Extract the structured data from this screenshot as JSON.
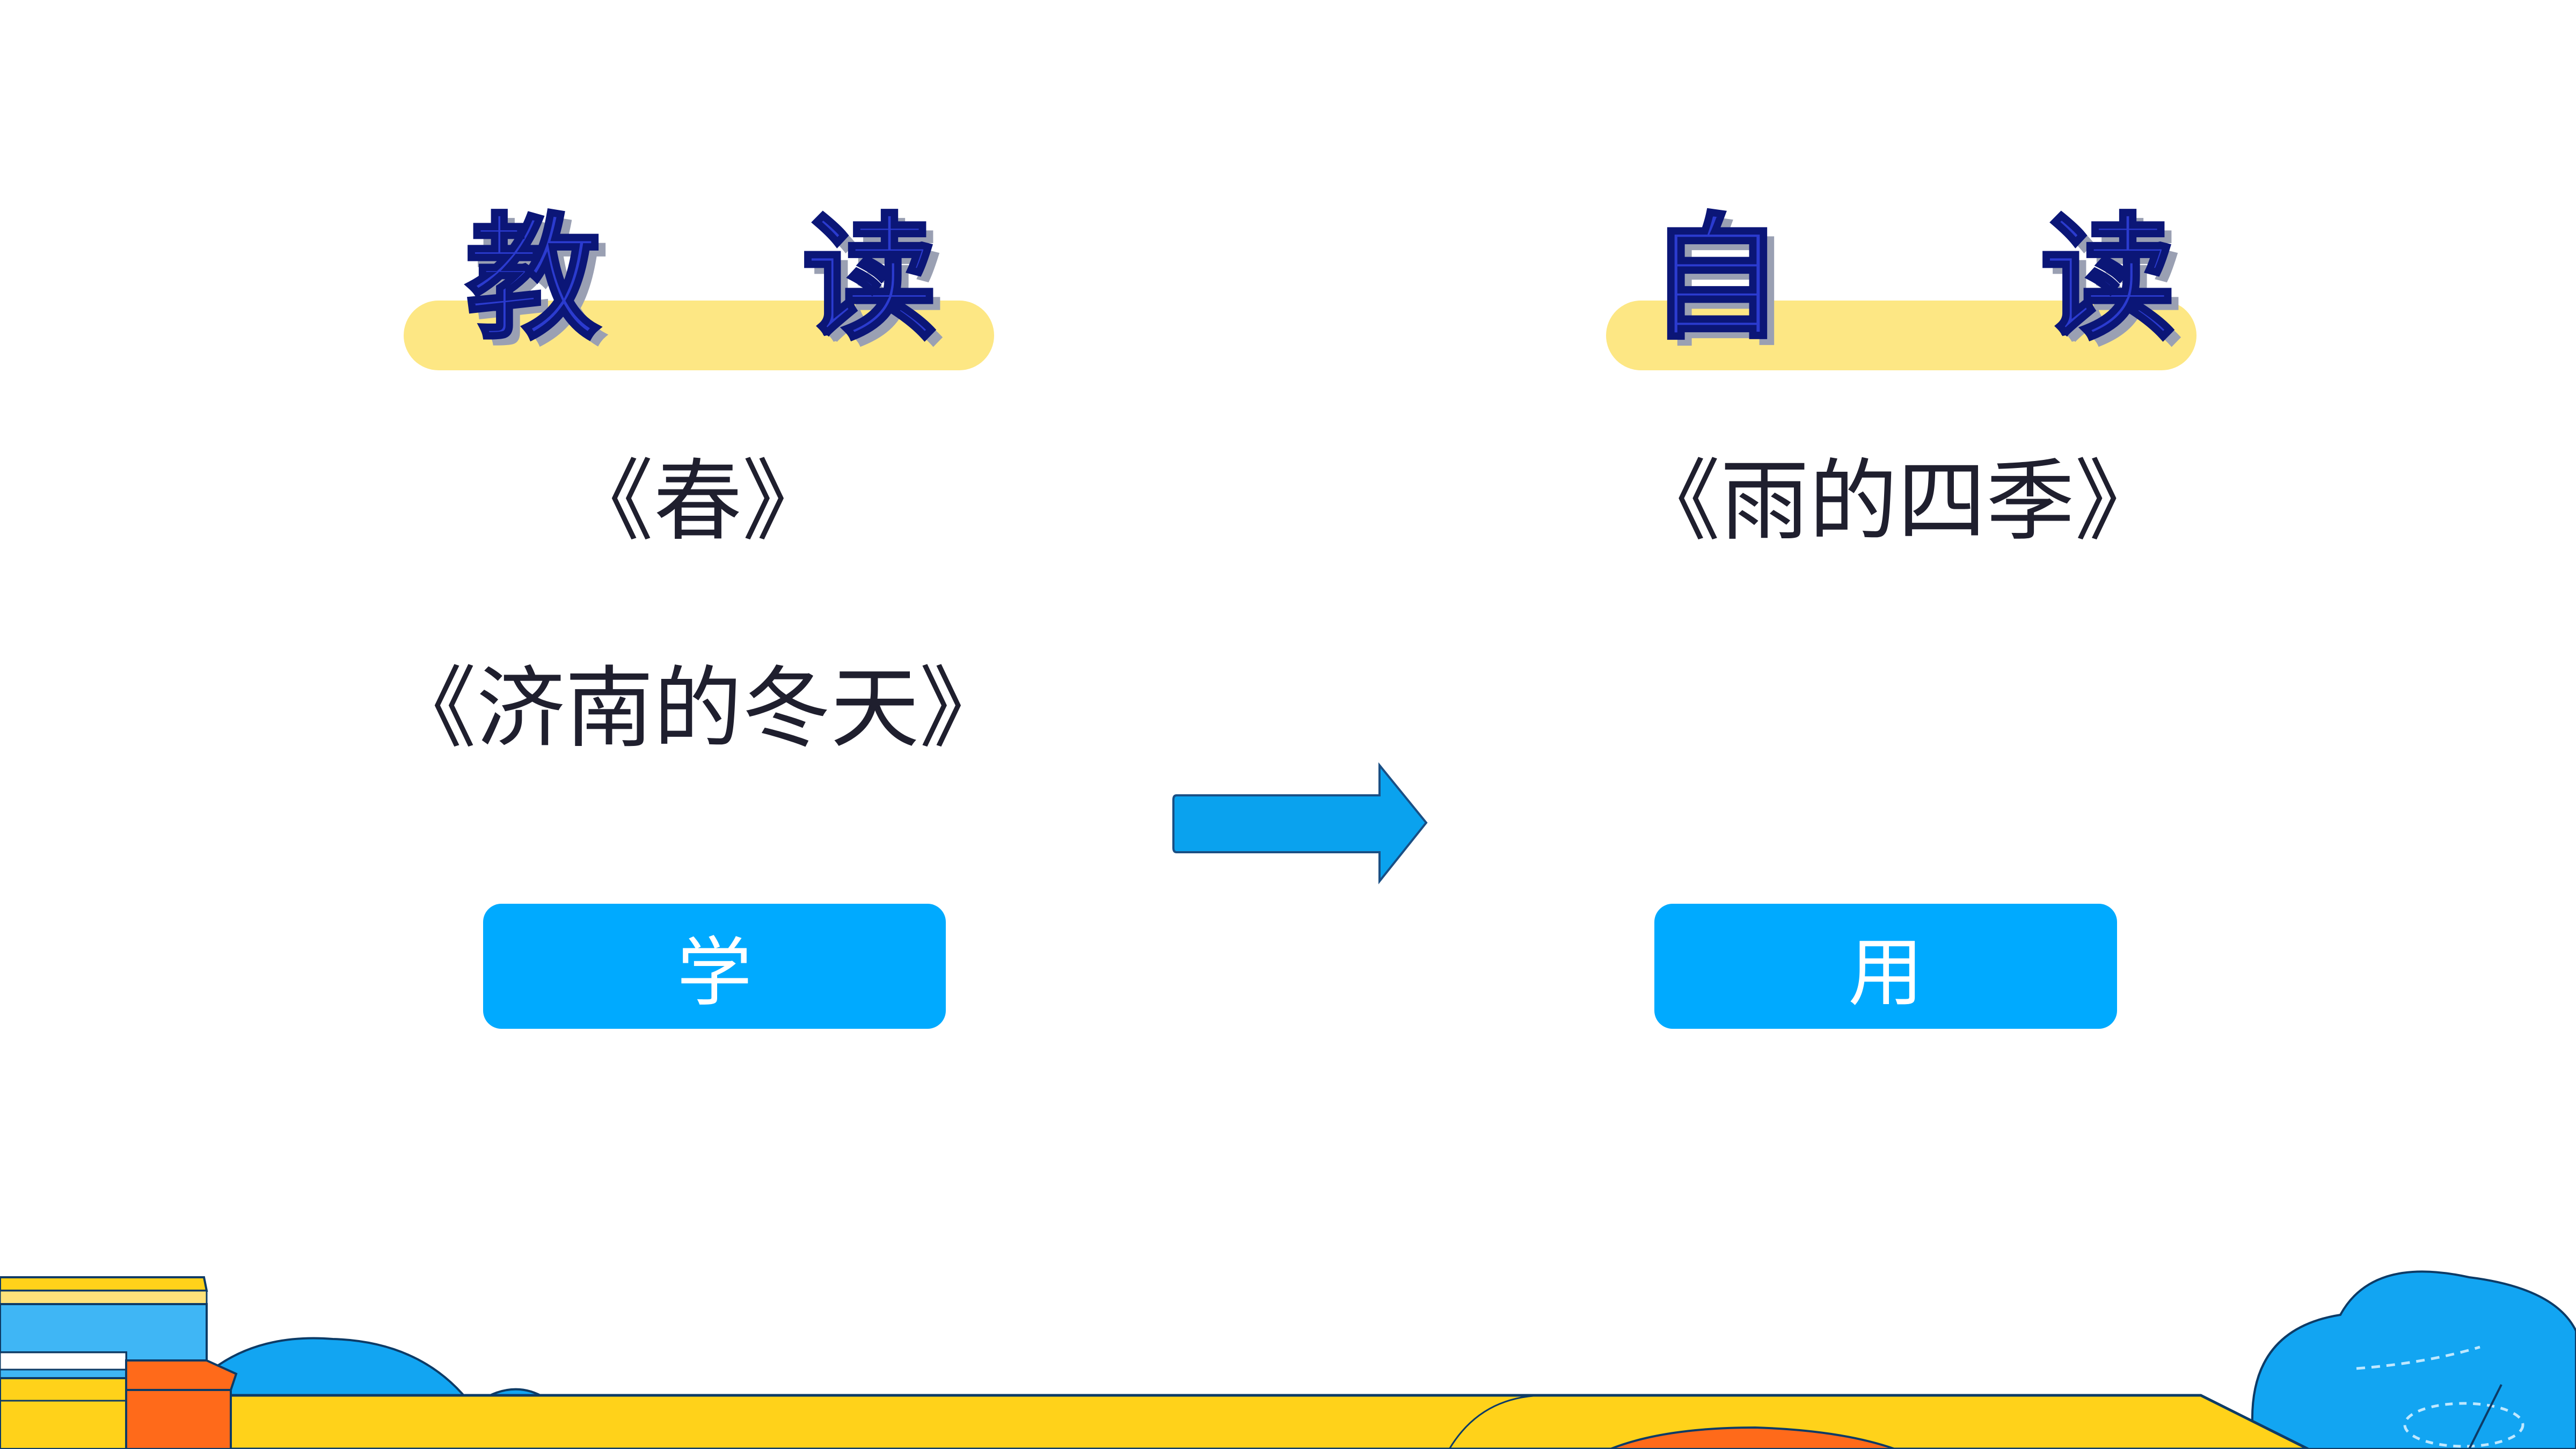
{
  "sections": {
    "guided": {
      "heading_chars": [
        "教",
        "读"
      ],
      "titles": [
        "《春》",
        "《济南的冬天》"
      ],
      "button_label": "学"
    },
    "self": {
      "heading_chars": [
        "自",
        "读"
      ],
      "titles": [
        "《雨的四季》"
      ],
      "button_label": "用"
    }
  },
  "colors": {
    "heading_text": "#2b3bcf",
    "heading_pill": "#fde784",
    "button_bg": "#00aaff",
    "arrow": "#0aa2ee"
  },
  "icons": {
    "arrow": "right-arrow-icon",
    "books": "book-stack-icon",
    "cloud": "cloud-icon"
  }
}
